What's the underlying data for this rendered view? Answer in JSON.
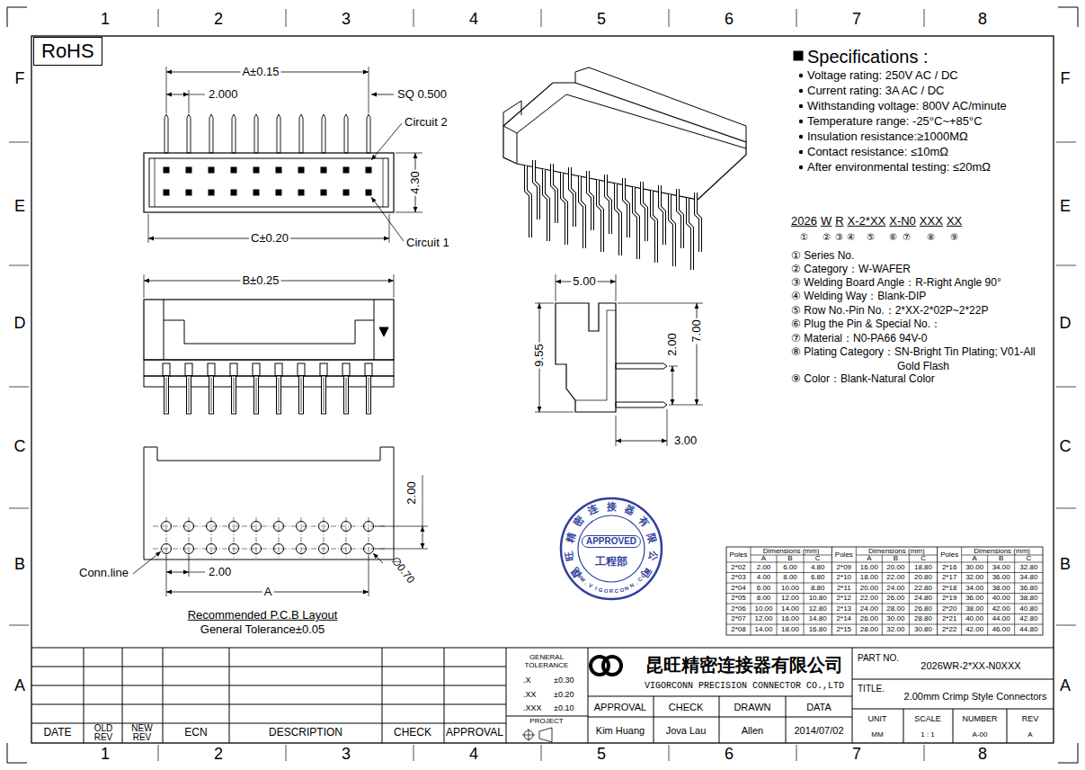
{
  "diagram": {
    "nodes": [
      {
        "text": [
          "RoHS"
        ]
      },
      {
        "text": [
          "昆旺精密连接器有限公司",
          "APPROVED",
          "工程部",
          "WWW.VIGORCONN.COM"
        ]
      }
    ],
    "labels": [
      "1",
      "2",
      "3",
      "4",
      "5",
      "6",
      "7",
      "8",
      "1",
      "2",
      "3",
      "4",
      "5",
      "6",
      "7",
      "8",
      "F",
      "E",
      "D",
      "C",
      "B",
      "A",
      "F",
      "E",
      "D",
      "C",
      "B",
      "A",
      "A±0.15",
      "2.000",
      "SQ 0.500",
      "Circuit 2",
      "4.30",
      "C±0.20",
      "Circuit 1",
      "B±0.25",
      "5.00",
      "9.55",
      "2.00",
      "7.00",
      "3.00",
      "2.00",
      "Conn.line",
      "2.00",
      "A",
      "∅0.70",
      "Recommended P.C.B Layout",
      "General Tolerance±0.05",
      "Specifications :",
      "Voltage rating: 250V AC / DC",
      "Current rating: 3A AC / DC",
      "Withstanding voltage: 800V AC/minute",
      "Temperature range: -25°C~+85°C",
      "Insulation resistance:≥1000MΩ",
      "Contact resistance: ≤10mΩ",
      "After environmental testing: ≤20mΩ",
      "2026",
      "W",
      "R",
      "X",
      "-2*XX",
      "X",
      "-N0",
      "XXX",
      "XX",
      "①",
      "②",
      "③",
      "④",
      "⑤",
      "⑥",
      "⑦",
      "⑧",
      "⑨",
      "① Series No.",
      "② Category：W-WAFER",
      "③ Welding Board Angle：R-Right Angle 90°",
      "④ Welding Way：Blank-DIP",
      "⑤ Row No.-Pin No.：2*XX-2*02P~2*22P",
      "⑥ Plug the Pin & Special No.：",
      "⑦ Material：N0-PA66 94V-0",
      "⑧ Plating Category：SN-Bright Tin Plating; V01-All Gold Flash",
      "⑨ Color：Blank-Natural Color",
      "Poles",
      "Dimensions (mm)",
      "Poles",
      "Dimensions (mm)",
      "Poles",
      "Dimensions (mm)",
      "A",
      "B",
      "C",
      "A",
      "B",
      "C",
      "A",
      "B",
      "C",
      "2*02",
      "2.00",
      "6.00",
      "4.80",
      "2*09",
      "16.00",
      "20.00",
      "18.80",
      "2*16",
      "30.00",
      "34.00",
      "32.80",
      "2*03",
      "4.00",
      "8.00",
      "6.80",
      "2*10",
      "18.00",
      "22.00",
      "20.80",
      "2*17",
      "32.00",
      "36.00",
      "34.80",
      "2*04",
      "6.00",
      "10.00",
      "8.80",
      "2*11",
      "20.00",
      "24.00",
      "22.80",
      "2*18",
      "34.00",
      "38.00",
      "36.80",
      "2*05",
      "8.00",
      "12.00",
      "10.80",
      "2*12",
      "22.00",
      "26.00",
      "24.80",
      "2*19",
      "36.00",
      "40.00",
      "38.80",
      "2*06",
      "10.00",
      "14.00",
      "12.80",
      "2*13",
      "24.00",
      "28.00",
      "26.80",
      "2*20",
      "38.00",
      "42.00",
      "40.80",
      "2*07",
      "12.00",
      "16.00",
      "14.80",
      "2*14",
      "26.00",
      "30.00",
      "28.80",
      "2*21",
      "40.00",
      "44.00",
      "42.80",
      "2*08",
      "14.00",
      "18.00",
      "16.80",
      "2*15",
      "28.00",
      "32.00",
      "30.80",
      "2*22",
      "42.00",
      "46.00",
      "44.80",
      "DATE",
      "OLD REV",
      "NEW REV",
      "ECN",
      "DESCRIPTION",
      "CHECK",
      "APPROVAL",
      "GENERAL TOLERANCE",
      ".X",
      "±0.30",
      ".XX",
      "±0.20",
      ".XXX",
      "±0.10",
      "PROJECT",
      "昆旺精密连接器有限公司",
      "VIGORCONN PRECISION CONNECTOR CO.,LTD",
      "APPROVAL",
      "CHECK",
      "DRAWN",
      "DATA",
      "Kim Huang",
      "Jova Lau",
      "Allen",
      "2014/07/02",
      "PART NO.",
      "2026WR-2*XX-N0XXX",
      "TITLE.",
      "2.00mm Crimp Style Connectors",
      "UNIT",
      "SCALE",
      "NUMBER",
      "REV",
      "MM",
      "1 : 1",
      "A-00",
      "A"
    ]
  }
}
